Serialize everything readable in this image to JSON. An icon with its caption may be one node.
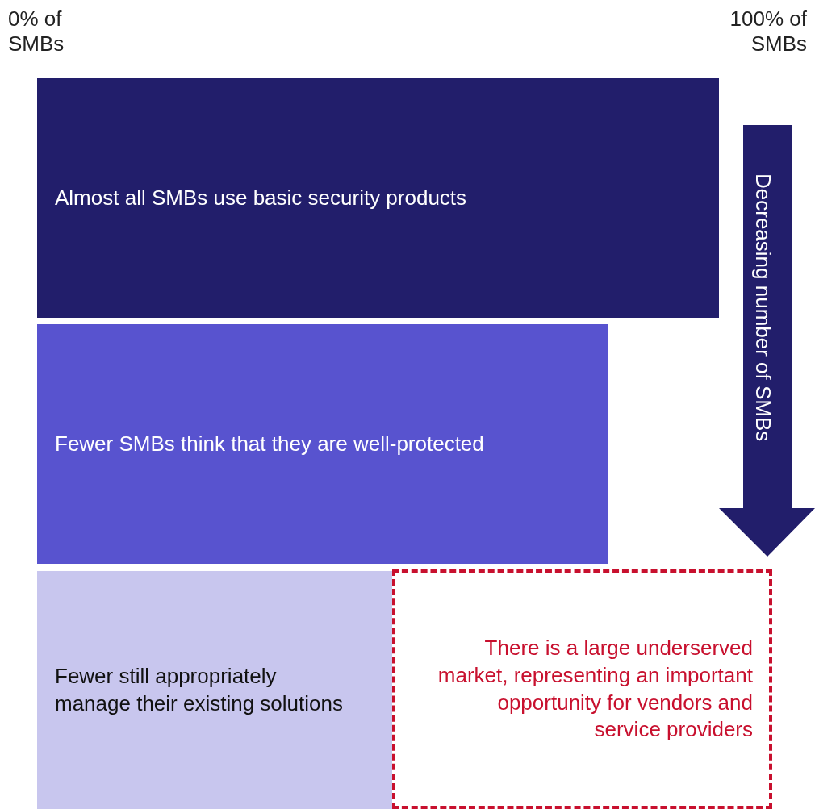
{
  "diagram": {
    "nodes": [
      {
        "text": [
          "Almost all SMBs use basic security products"
        ]
      },
      {
        "text": [
          "Fewer SMBs think that they are well-protected"
        ]
      },
      {
        "text": [
          "Fewer still appropriately manage their existing solutions"
        ]
      },
      {
        "text": [
          "There is a large underserved market, representing an important opportunity for vendors and service providers"
        ]
      }
    ],
    "labels": [
      "0% of SMBs",
      "100% of SMBs",
      "Decreasing number of SMBs"
    ]
  }
}
